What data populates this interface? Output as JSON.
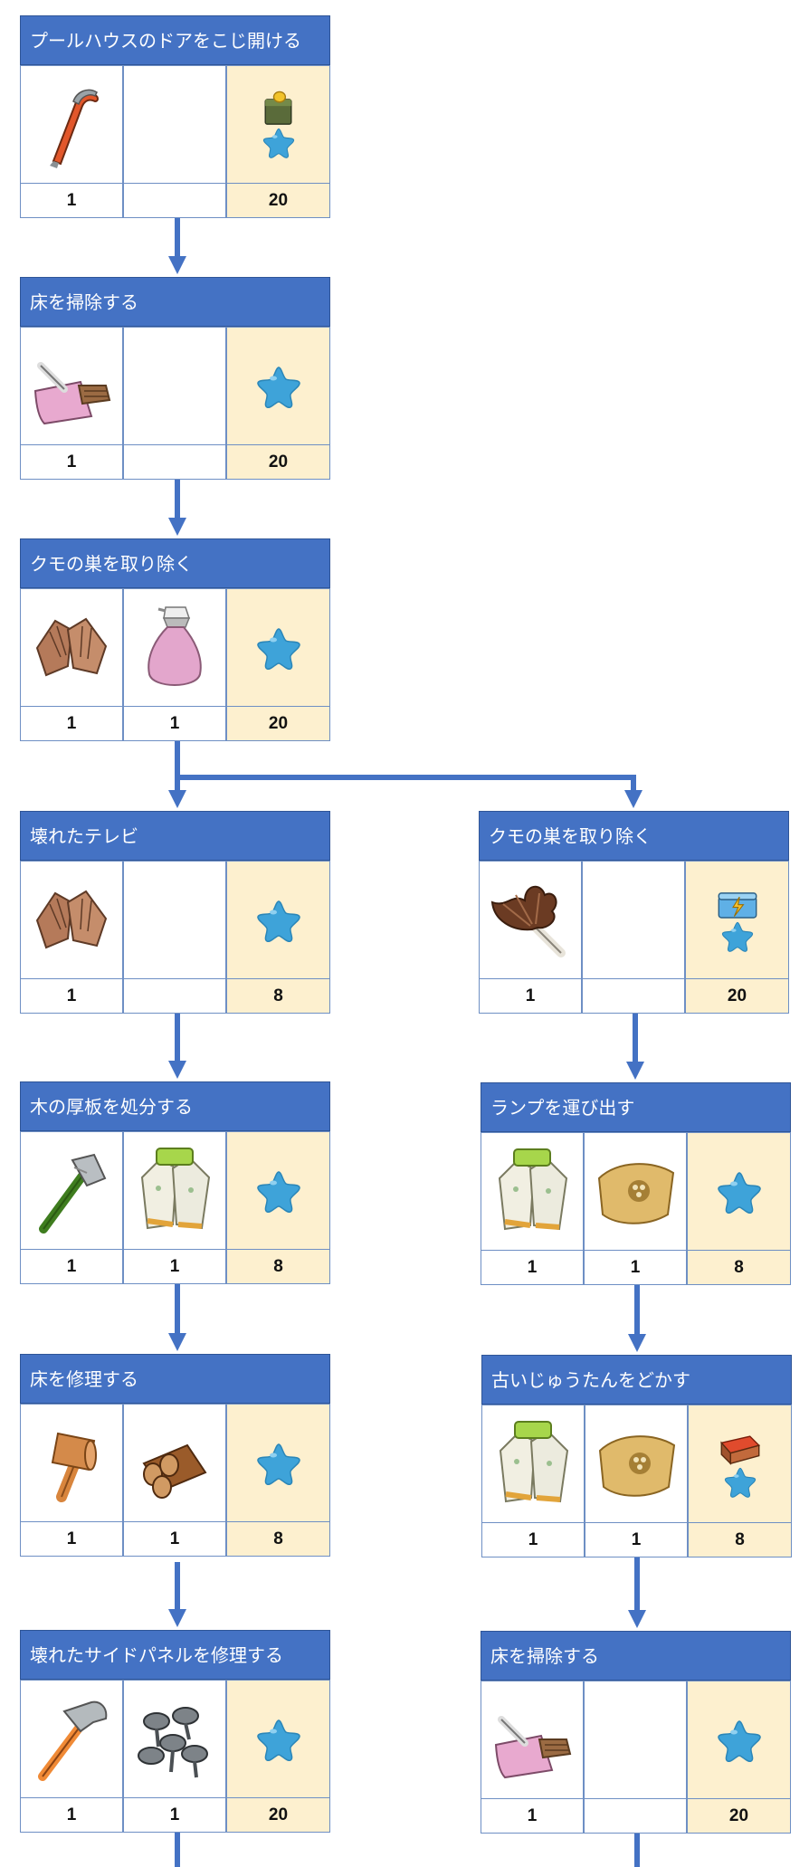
{
  "tasks": [
    {
      "title": "プールハウスのドアをこじ開ける",
      "items": [
        "crowbar-icon",
        "",
        "coin-box-icon|star-icon"
      ],
      "counts": [
        "1",
        "",
        "20"
      ]
    },
    {
      "title": "床を掃除する",
      "items": [
        "dustpan-icon",
        "",
        "star-icon"
      ],
      "counts": [
        "1",
        "",
        "20"
      ]
    },
    {
      "title": "クモの巣を取り除く",
      "items": [
        "brown-gloves-icon",
        "spray-bottle-icon",
        "star-icon"
      ],
      "counts": [
        "1",
        "1",
        "20"
      ]
    },
    {
      "title": "壊れたテレビ",
      "items": [
        "brown-gloves-icon",
        "",
        "star-icon"
      ],
      "counts": [
        "1",
        "",
        "8"
      ]
    },
    {
      "title": "木の厚板を処分する",
      "items": [
        "axe-icon",
        "garden-gloves-icon",
        "star-icon"
      ],
      "counts": [
        "1",
        "1",
        "8"
      ]
    },
    {
      "title": "床を修理する",
      "items": [
        "mallet-icon",
        "logs-icon",
        "star-icon"
      ],
      "counts": [
        "1",
        "1",
        "8"
      ]
    },
    {
      "title": "壊れたサイドパネルを修理する",
      "items": [
        "hammer-icon",
        "screws-icon",
        "star-icon"
      ],
      "counts": [
        "1",
        "1",
        "20"
      ]
    },
    {
      "title": "クモの巣を取り除く",
      "items": [
        "feather-duster-icon",
        "",
        "energy-box-icon|star-icon"
      ],
      "counts": [
        "1",
        "",
        "20"
      ]
    },
    {
      "title": "ランプを運び出す",
      "items": [
        "garden-gloves-icon",
        "sack-icon",
        "star-icon"
      ],
      "counts": [
        "1",
        "1",
        "8"
      ]
    },
    {
      "title": "古いじゅうたんをどかす",
      "items": [
        "garden-gloves-icon",
        "sack-icon",
        "red-box-icon|star-icon"
      ],
      "counts": [
        "1",
        "1",
        "8"
      ]
    },
    {
      "title": "床を掃除する",
      "items": [
        "dustpan-icon",
        "",
        "star-icon"
      ],
      "counts": [
        "1",
        "",
        "20"
      ]
    }
  ],
  "colors": {
    "header": "#4472c4",
    "reward_bg": "#fdf0cf",
    "star": "#3ea3d9"
  }
}
